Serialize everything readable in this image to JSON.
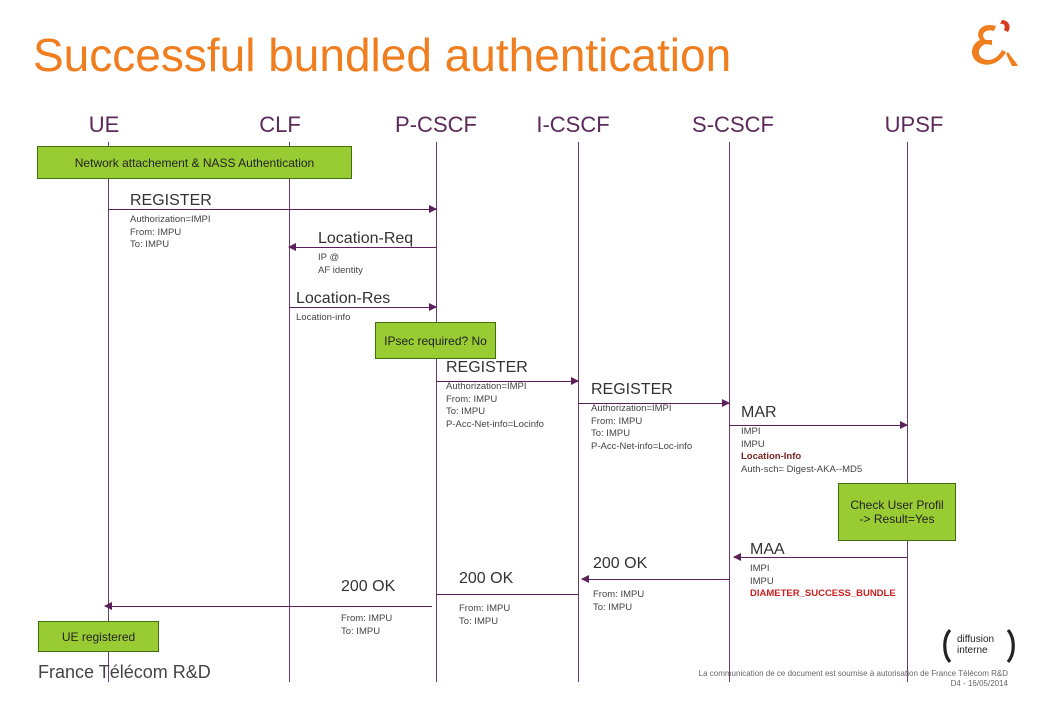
{
  "title": "Successful bundled authentication",
  "columns": [
    {
      "id": "ue",
      "label": "UE"
    },
    {
      "id": "clf",
      "label": "CLF"
    },
    {
      "id": "pcscf",
      "label": "P-CSCF"
    },
    {
      "id": "icscf",
      "label": "I-CSCF"
    },
    {
      "id": "scscf",
      "label": "S-CSCF"
    },
    {
      "id": "upsf",
      "label": "UPSF"
    }
  ],
  "boxes": {
    "nass": "Network attachement & NASS Authentication",
    "ipsec": "IPsec required? No",
    "check": "Check User Profil\n-> Result=Yes",
    "registered": "UE registered"
  },
  "messages": [
    {
      "id": "register1",
      "label": "REGISTER",
      "params": [
        "Authorization=IMPI",
        "From: IMPU",
        "To: IMPU"
      ]
    },
    {
      "id": "locreq",
      "label": "Location-Req",
      "params": [
        "IP @",
        "AF identity"
      ]
    },
    {
      "id": "locres",
      "label": "Location-Res",
      "params": [
        "Location-info"
      ]
    },
    {
      "id": "register2",
      "label": "REGISTER",
      "params": [
        "Authorization=IMPI",
        "From: IMPU",
        "To: IMPU",
        "P-Acc-Net-info=Locinfo"
      ]
    },
    {
      "id": "register3",
      "label": "REGISTER",
      "params": [
        "Authorization=IMPI",
        "From: IMPU",
        "To: IMPU",
        "P-Acc-Net-info=Loc-info"
      ]
    },
    {
      "id": "mar",
      "label": "MAR",
      "params": [
        "IMPI",
        "IMPU"
      ],
      "highlight": "Location-Info",
      "tail": "Auth-sch= Digest-AKA--MD5"
    },
    {
      "id": "maa",
      "label": "MAA",
      "params": [
        "IMPI",
        "IMPU"
      ],
      "highlight": "DIAMETER_SUCCESS_BUNDLE"
    },
    {
      "id": "ok1",
      "label": "200 OK",
      "params": [
        "From: IMPU",
        "To: IMPU"
      ]
    },
    {
      "id": "ok2",
      "label": "200 OK",
      "params": [
        "From: IMPU",
        "To: IMPU"
      ]
    },
    {
      "id": "ok3",
      "label": "200 OK",
      "params": [
        "From: IMPU",
        "To: IMPU"
      ]
    }
  ],
  "footer": {
    "org": "France Télécom R&D",
    "note_line1": "La communication de ce document est soumise à autorisation de France Télécom R&D",
    "note_line2": "D4 - 16/05/2014",
    "badge_top": "diffusion",
    "badge_bottom": "interne"
  },
  "colors": {
    "title": "#f07d1e",
    "box": "#99cc33",
    "line": "#5b1f5b"
  }
}
